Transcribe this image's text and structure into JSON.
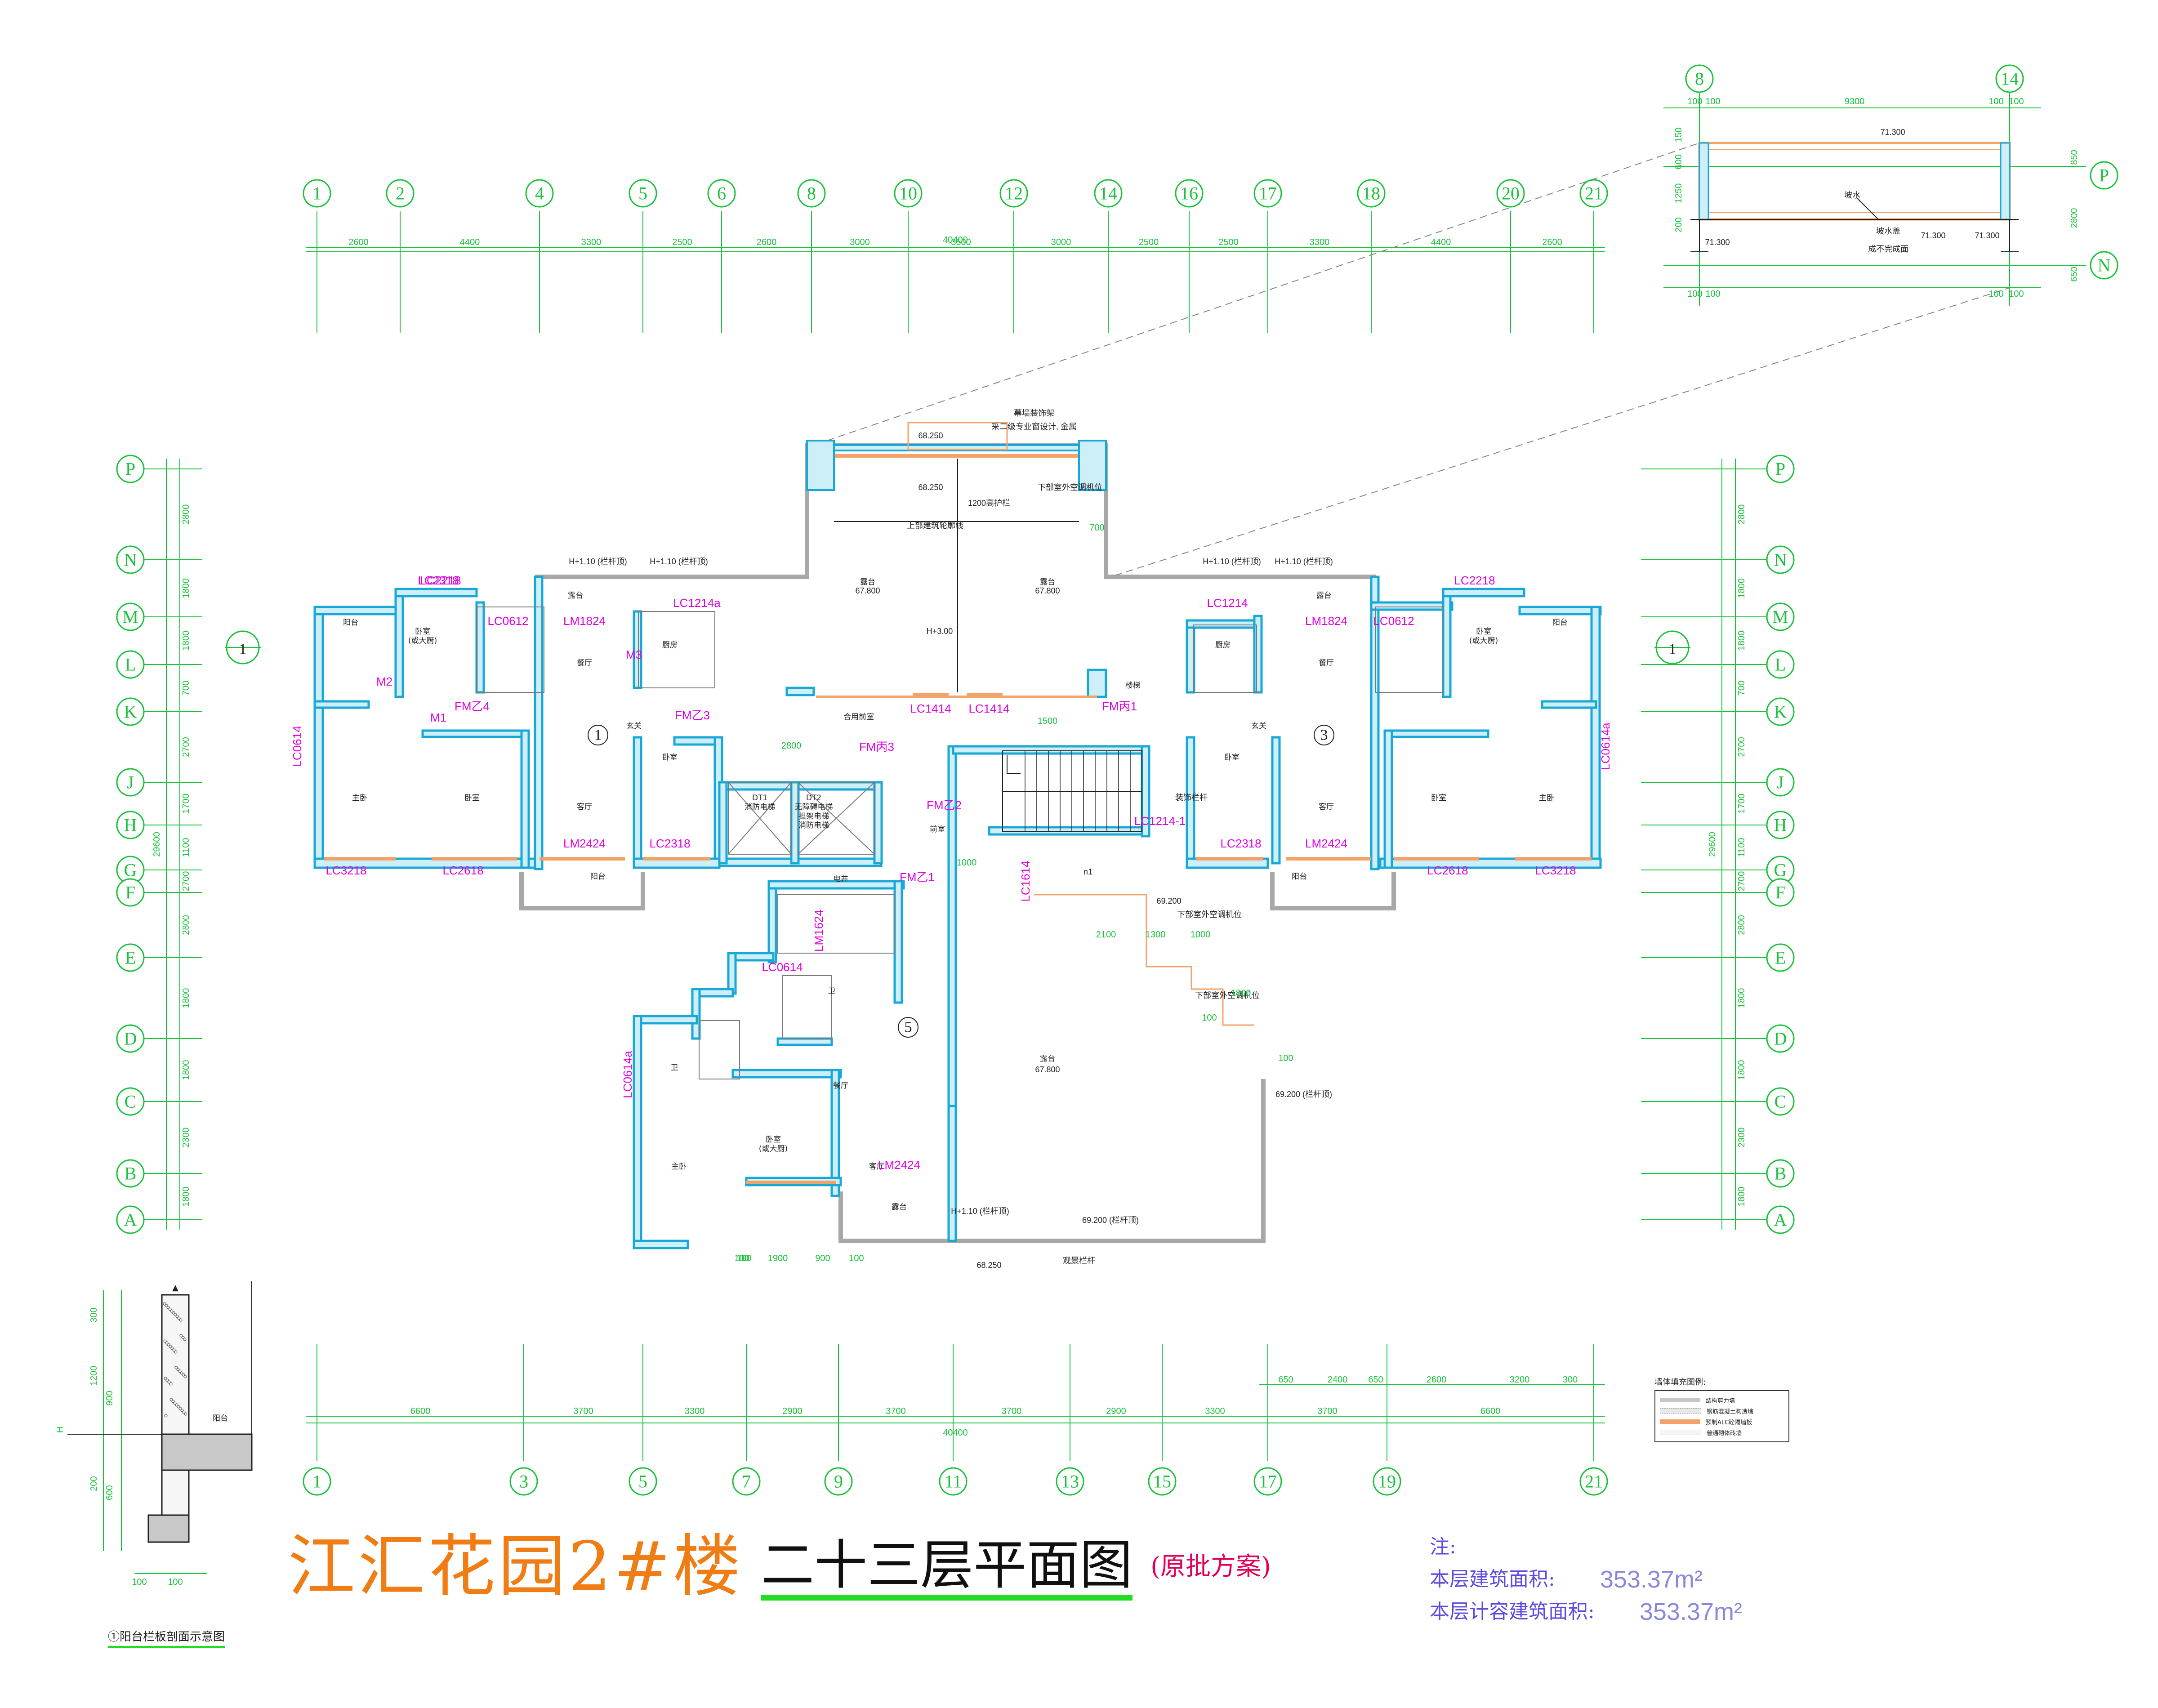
{
  "title": {
    "project": "江汇花园2#楼",
    "floor": "二十三层平面图",
    "scheme": "(原批方案)"
  },
  "notes": {
    "label": "注:",
    "floor_area_label": "本层建筑面积:",
    "floor_area_value": "353.37m²",
    "far_area_label": "本层计容建筑面积:",
    "far_area_value": "353.37m²"
  },
  "section_caption": "①阳台栏板剖面示意图",
  "legend": {
    "title": "墙体填充图例:",
    "items": [
      {
        "label": "结构剪力墙",
        "color": "#c8c8c8"
      },
      {
        "label": "钢筋混凝土构造墙",
        "color": "#e8e8e8"
      },
      {
        "label": "预制ALC砼隔墙板",
        "color": "#f2a36a"
      },
      {
        "label": "普通砌体砖墙",
        "color": "#f6f6f6"
      }
    ]
  },
  "colors": {
    "grid": "#19c23a",
    "wall_fill": "#cfeff8",
    "wall_stroke": "#18a8d8",
    "outline": "#a8a8a8",
    "tag": "#e000e0",
    "fire_door": "#e02020",
    "title": "#f07c14",
    "accent": "#22dd22"
  },
  "axes": {
    "top": {
      "labels": [
        "1",
        "2",
        "4",
        "5",
        "6",
        "8",
        "10",
        "12",
        "14",
        "16",
        "17",
        "18",
        "20",
        "21"
      ],
      "dims": [
        "2600",
        "4400",
        "3300",
        "2500",
        "2600",
        "3000",
        "3500",
        "3000",
        "2500",
        "2500",
        "3300",
        "4400",
        "2600"
      ],
      "total": "40400"
    },
    "bottom": {
      "labels": [
        "1",
        "3",
        "5",
        "7",
        "9",
        "11",
        "13",
        "15",
        "17",
        "19",
        "21"
      ],
      "dims": [
        "6600",
        "3700",
        "3300",
        "2900",
        "3700",
        "3700",
        "2900",
        "3300",
        "3700",
        "6600"
      ],
      "total": "40400",
      "sub_dims": [
        "650",
        "2400",
        "650",
        "2600",
        "3200",
        "300"
      ]
    },
    "left": {
      "labels": [
        "P",
        "N",
        "M",
        "L",
        "K",
        "J",
        "H",
        "G",
        "F",
        "E",
        "D",
        "C",
        "B",
        "A"
      ],
      "dims": [
        "2800",
        "1800",
        "1800",
        "700",
        "2700",
        "1700",
        "1100",
        "2700",
        "2800",
        "1800",
        "1800",
        "2300",
        "1800"
      ],
      "total": "29600"
    },
    "right": {
      "labels": [
        "P",
        "N",
        "M",
        "L",
        "K",
        "J",
        "H",
        "G",
        "F",
        "E",
        "D",
        "C",
        "B",
        "A"
      ],
      "dims": [
        "2800",
        "1800",
        "1800",
        "700",
        "2700",
        "1700",
        "1100",
        "2700",
        "2800",
        "1800",
        "1800",
        "2300",
        "1800"
      ],
      "total": "29600"
    }
  },
  "detail_plan": {
    "axis_labels": [
      "8",
      "14",
      "P",
      "N"
    ],
    "dim_width": "9300",
    "levels": [
      "71.300",
      "71.300",
      "71.300",
      "71.300"
    ],
    "dims_left": [
      "150",
      "600",
      "1250",
      "200"
    ],
    "dims_right": [
      "850",
      "2800",
      "650"
    ],
    "edge_dims": [
      "100",
      "100",
      "100",
      "100",
      "100",
      "100",
      "100",
      "100"
    ],
    "labels": [
      "坡水",
      "坡水盖",
      "成不完成面"
    ]
  },
  "units": [
    "1",
    "3",
    "5"
  ],
  "rooms": {
    "terrace": "露台",
    "living": "客厅",
    "dining": "餐厅",
    "kitchen": "厨房",
    "master": "主卧",
    "bedroom": "卧室",
    "bedroom_alt": "卧室\n(或大厨)",
    "balcony": "阳台",
    "bath": "卫",
    "corridor": "合用前室",
    "stairs": "楼梯",
    "elevator1": "DT1\n消防电梯",
    "elevator2": "DT2\n无障碍电梯\n担架电梯\n消防电梯",
    "shaft": "电井",
    "foyer": "玄关",
    "hall": "前室"
  },
  "tags": {
    "windows": [
      "LC2318",
      "LC0612",
      "LC1214a",
      "LM1824",
      "LC0614",
      "LC3218",
      "LC2618",
      "LM2424",
      "LC2318",
      "LC1414",
      "LC1414",
      "LC1214",
      "LM1824",
      "LC0612",
      "LC2218",
      "LC0614a",
      "LC3218",
      "LC2618",
      "LM2424",
      "LC2318",
      "LC1214-1",
      "LC1614",
      "LM1624",
      "LC0614",
      "LC0614a",
      "LM2424",
      "LC2218"
    ],
    "doors": [
      "M1",
      "M2",
      "M3",
      "FM乙4",
      "FM丙3",
      "FM乙3",
      "FM乙2",
      "FM乙1",
      "FM丙1"
    ]
  },
  "levels": {
    "terrace_main": "67.800",
    "terrace_top": "68.250",
    "terrace_bottom": "68.250",
    "roof_edge": "69.200",
    "rail_h1": "H+1.10 (栏杆顶)",
    "rail_h3": "H+3.00",
    "rail_1200": "1200高护栏",
    "rail_69": "69.200 (栏杆顶)"
  },
  "annotations": {
    "top_note1": "幕墙装饰架",
    "top_note2": "采二级专业窗设计, 金属",
    "top_note3": "下部室外空调机位",
    "top_note4": "上部建筑轮廓线",
    "right_note1": "下部室外空调机位",
    "right_note2": "下部室外空调机位",
    "right_note3": "观景栏杆",
    "n_label": "n1",
    "stair_label": "装饰栏杆",
    "dims_extra": [
      "2100",
      "1300",
      "1000",
      "1800",
      "100",
      "100",
      "1900",
      "900",
      "100",
      "100",
      "2800",
      "1500",
      "1000",
      "700",
      "100"
    ]
  },
  "section_detail": {
    "dims_v": [
      "300",
      "1200",
      "900",
      "H",
      "200",
      "600"
    ],
    "dims_h": [
      "100",
      "100"
    ],
    "label": "阳台",
    "h_mark": "H"
  }
}
